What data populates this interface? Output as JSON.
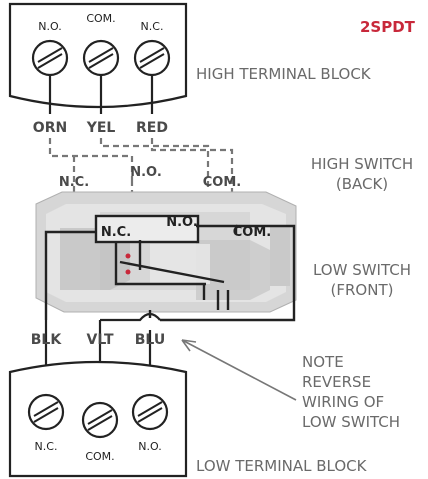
{
  "title": "2SPDT",
  "high_block": {
    "label": "HIGH TERMINAL BLOCK",
    "terminals": [
      "N.O.",
      "COM.",
      "N.C."
    ],
    "wires": [
      "ORN",
      "YEL",
      "RED"
    ]
  },
  "high_switch": {
    "label_line1": "HIGH SWITCH",
    "label_line2": "(BACK)",
    "contacts": [
      "N.C.",
      "N.O.",
      "COM."
    ]
  },
  "low_switch": {
    "label_line1": "LOW SWITCH",
    "label_line2": "(FRONT)",
    "contacts": [
      "N.C.",
      "N.O.",
      "COM."
    ]
  },
  "low_block": {
    "label": "LOW TERMINAL BLOCK",
    "terminals": [
      "N.C.",
      "COM.",
      "N.O."
    ],
    "wires": [
      "BLK",
      "VLT",
      "BLU"
    ]
  },
  "note": {
    "lines": [
      "NOTE",
      "REVERSE",
      "WIRING OF",
      "LOW SWITCH"
    ]
  },
  "colors": {
    "title": "#c8283a",
    "label": "#6a6a6a",
    "line": "#222222",
    "dashed": "#777777"
  }
}
